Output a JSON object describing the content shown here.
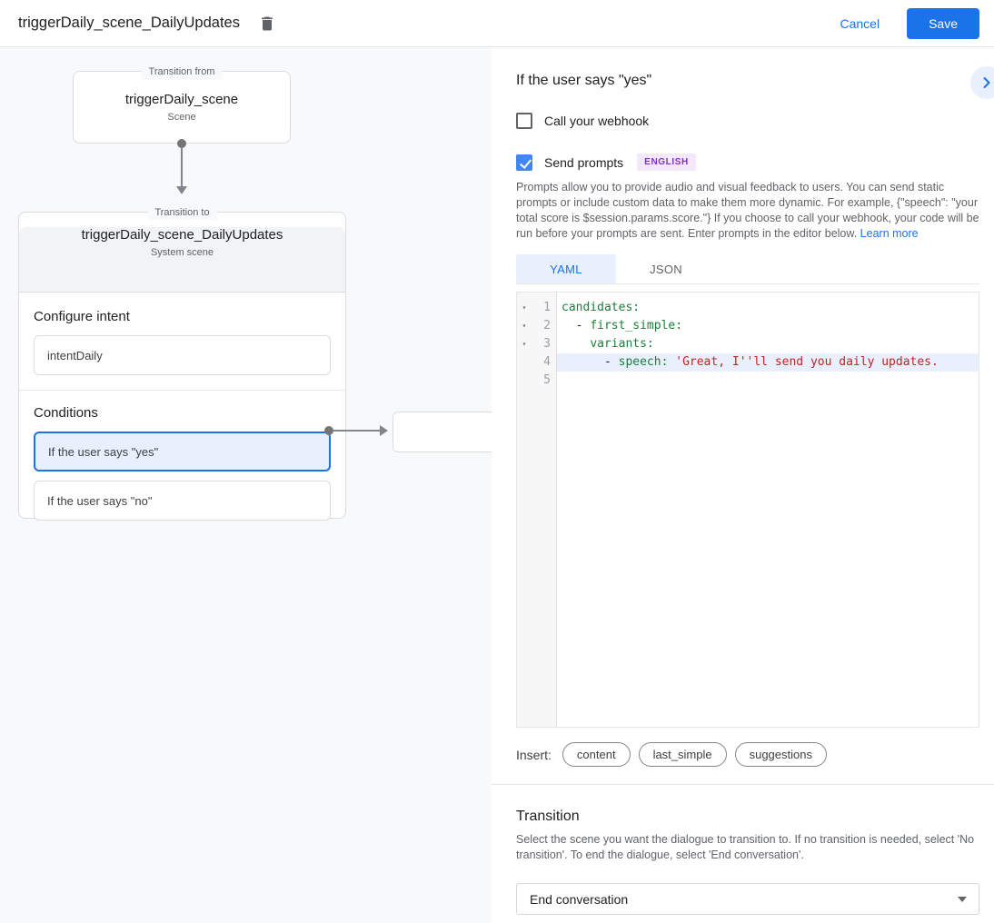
{
  "header": {
    "title": "triggerDaily_scene_DailyUpdates",
    "cancel_label": "Cancel",
    "save_label": "Save"
  },
  "canvas": {
    "transition_from": {
      "legend": "Transition from",
      "title": "triggerDaily_scene",
      "subtitle": "Scene"
    },
    "transition_to": {
      "legend": "Transition to",
      "title": "triggerDaily_scene_DailyUpdates",
      "subtitle": "System scene",
      "configure_intent_label": "Configure intent",
      "intent_name": "intentDaily",
      "conditions_label": "Conditions",
      "conditions": [
        {
          "label": "If the user says \"yes\"",
          "selected": true
        },
        {
          "label": "If the user says \"no\"",
          "selected": false
        }
      ]
    }
  },
  "details": {
    "title": "If the user says \"yes\"",
    "webhook": {
      "label": "Call your webhook",
      "checked": false
    },
    "send_prompts": {
      "label": "Send prompts",
      "badge": "ENGLISH",
      "checked": true
    },
    "description": "Prompts allow you to provide audio and visual feedback to users. You can send static prompts or include custom data to make them more dynamic. For example, {\"speech\": \"your total score is $session.params.score.\"} If you choose to call your webhook, your code will be run before your prompts are sent. Enter prompts in the editor below. ",
    "learn_more_label": "Learn more",
    "tabs": [
      {
        "label": "YAML",
        "active": true
      },
      {
        "label": "JSON",
        "active": false
      }
    ],
    "editor": {
      "lines": [
        {
          "number": "1",
          "fold": true,
          "plain": "",
          "key": "candidates:",
          "string": ""
        },
        {
          "number": "2",
          "fold": true,
          "plain": "  - ",
          "key": "first_simple:",
          "string": ""
        },
        {
          "number": "3",
          "fold": true,
          "plain": "    ",
          "key": "variants:",
          "string": ""
        },
        {
          "number": "4",
          "fold": false,
          "active": true,
          "plain": "      - ",
          "key": "speech: ",
          "string": "'Great, I''ll send you daily updates."
        },
        {
          "number": "5",
          "fold": false,
          "plain": "",
          "key": "",
          "string": ""
        }
      ]
    },
    "insert": {
      "label": "Insert:",
      "chips": [
        "content",
        "last_simple",
        "suggestions"
      ]
    },
    "transition": {
      "title": "Transition",
      "description": "Select the scene you want the dialogue to transition to. If no transition is needed, select 'No transition'. To end the dialogue, select 'End conversation'.",
      "selected_value": "End conversation"
    }
  },
  "icons": {
    "fold_arrow": "▾"
  },
  "colors": {
    "accent": "#1a73e8",
    "checkbox_checked": "#4285f4",
    "selection_bg": "#e8f0fe",
    "badge_bg": "#f4e8fd",
    "badge_text": "#8430ce",
    "yaml_key": "#188038",
    "yaml_string": "#c5221f",
    "canvas_bg": "#f8f9fa",
    "scene_header_bg": "#f1f3f4"
  }
}
